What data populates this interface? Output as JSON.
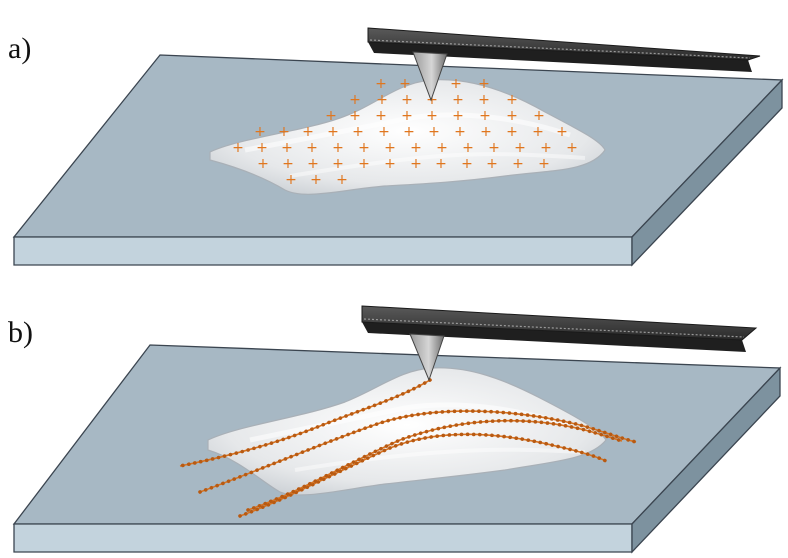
{
  "panels": [
    {
      "label": "a)",
      "charge_mark": "+",
      "chain_count": 0
    },
    {
      "label": "b)",
      "charge_mark": "",
      "chain_count": 4
    }
  ],
  "colors": {
    "substrate_top": "#a7b8c4",
    "substrate_side": "#c3d3dd",
    "substrate_right": "#7d929f",
    "outline": "#3b4550",
    "film": "#f1f2f3",
    "cantilever": "#3a3a3a",
    "charge": "#e0761e",
    "chain": "#d9731f"
  }
}
